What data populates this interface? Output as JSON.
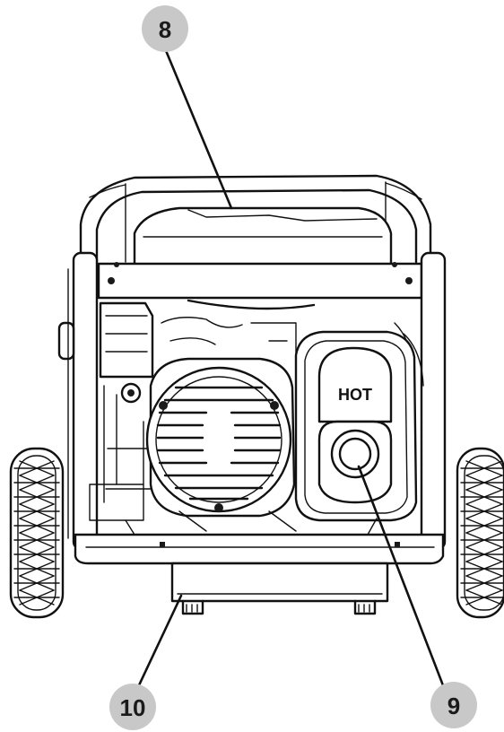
{
  "callouts": [
    {
      "id": "8",
      "label": "8"
    },
    {
      "id": "9",
      "label": "9"
    },
    {
      "id": "10",
      "label": "10"
    }
  ],
  "muffler_label": "HOT",
  "colors": {
    "callout_fill": "#c8c8c8",
    "line": "#111111"
  }
}
